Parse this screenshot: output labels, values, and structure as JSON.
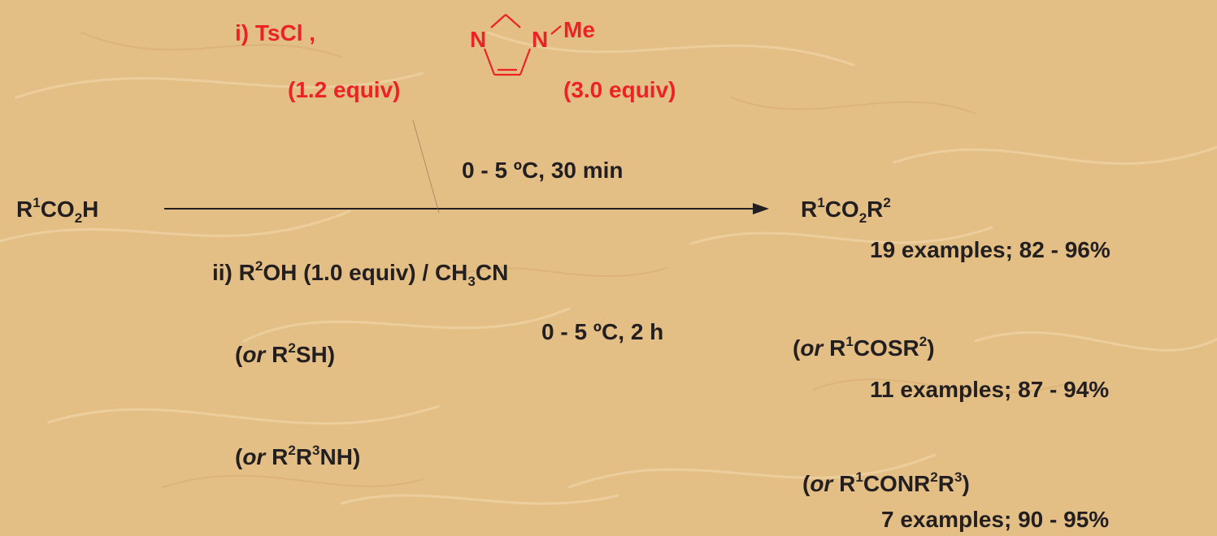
{
  "background": {
    "base": "#e4bf85",
    "fibers": "#f3dbb0"
  },
  "colors": {
    "reagent": "#ec2227",
    "text": "#231f20"
  },
  "reagents": {
    "step1_label": "i) TsCl ,",
    "tscl_equiv": "(1.2 equiv)",
    "imidazole_N1": "N",
    "imidazole_N3": "N",
    "imidazole_methyl": "Me",
    "imidazole_equiv": "(3.0 equiv)"
  },
  "conditions": {
    "step1": "0 - 5 ºC, 30 min",
    "step2_prefix": "ii) R",
    "step2_sup": "2",
    "step2_mid": "OH (1.0 equiv) / CH",
    "step2_sub": "3",
    "step2_suffix": "CN",
    "step2_temp": "0 - 5 ºC, 2 h"
  },
  "alternatives": {
    "or_word": "or",
    "thiol": {
      "open": "(",
      "r": "R",
      "sup": "2",
      "rest": "SH)"
    },
    "amine": {
      "open": "(",
      "r": "R",
      "sup1": "2",
      "r2": "R",
      "sup2": "3",
      "rest": "NH)"
    }
  },
  "starting_material": {
    "a": "R",
    "sup": "1",
    "b": "CO",
    "sub": "2",
    "c": "H"
  },
  "products": {
    "ester": {
      "a": "R",
      "sup1": "1",
      "b": "CO",
      "sub": "2",
      "c": "R",
      "sup2": "2",
      "yield": "19 examples; 82 - 96%"
    },
    "thioester": {
      "open": "(",
      "a": "R",
      "sup1": "1",
      "b": "COSR",
      "sup2": "2",
      "close": ")",
      "yield": "11 examples; 87 - 94%"
    },
    "amide": {
      "open": "(",
      "a": "R",
      "sup1": "1",
      "b": "CONR",
      "sup2": "2",
      "c": "R",
      "sup3": "3",
      "close": ")",
      "yield": "7 examples; 90 - 95%"
    }
  }
}
